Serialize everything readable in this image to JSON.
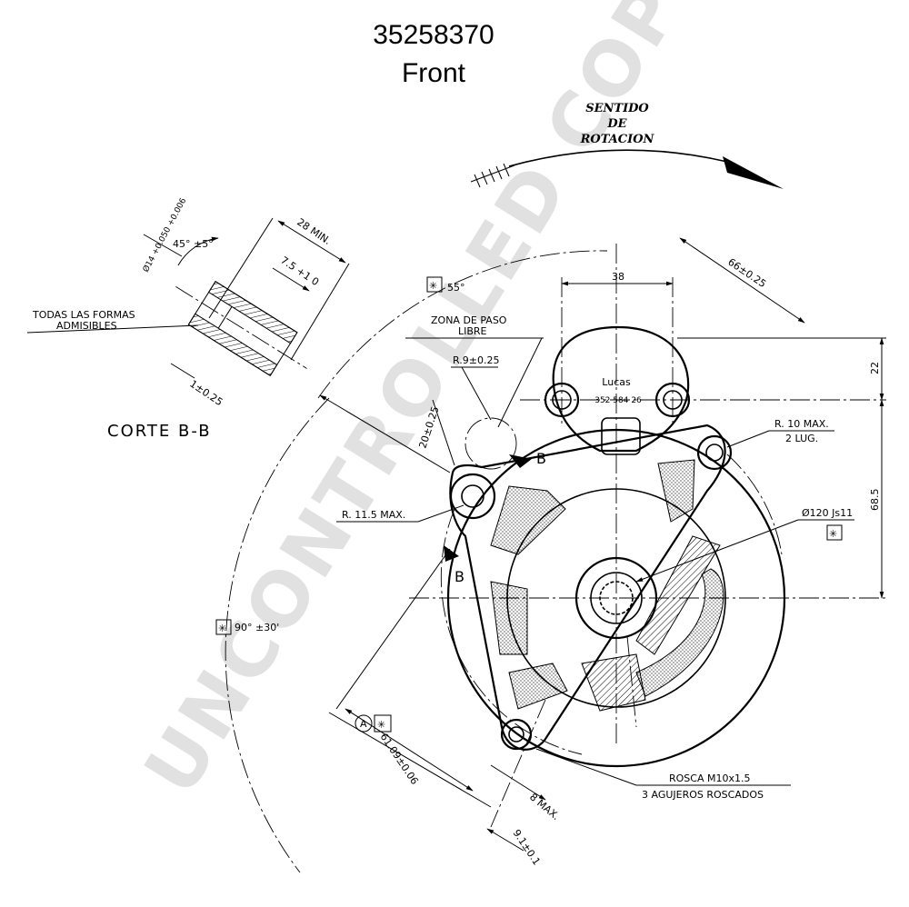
{
  "title": {
    "part_number": "35258370",
    "view": "Front"
  },
  "watermark": "UNCONTROLLED COPY",
  "rotation": {
    "line1": "SENTIDO",
    "line2": "DE",
    "line3": "ROTACION"
  },
  "section": {
    "title": "CORTE B-B",
    "angle": "45° ±5°",
    "length_min": "28 MIN.",
    "depth": "7.5 +1 0",
    "diameter": "Ø14 +0.050 +0.006",
    "chamfer": "1±0.25",
    "forms_line1": "TODAS LAS FORMAS",
    "forms_line2": "ADMISIBLES"
  },
  "labels": {
    "angle_55": "55°",
    "dim_38": "38",
    "dim_66": "66±0.25",
    "zona_line1": "ZONA DE PASO",
    "zona_line2": "LIBRE",
    "radius_09": "R.9±0.25",
    "dim_20": "20±0.25",
    "brand": "Lucas",
    "product_code": "352 584 26",
    "dim_22": "22",
    "r10_line1": "R. 10 MAX.",
    "r10_line2": "2 LUG.",
    "dim_68": "68.5",
    "bore": "Ø120 Js11",
    "r115": "R. 11.5 MAX.",
    "section_mark": "B",
    "angle_90": "90° ±30'",
    "datum": "A",
    "dim_61": "61.09±0.06",
    "thread_line1": "ROSCA  M10x1.5",
    "thread_line2": "3 AGUJEROS ROSCADOS",
    "dim_8": "8 MAX.",
    "dim_9": "9.1±0.1"
  },
  "colors": {
    "line": "#000000",
    "watermark": "#c9c9c9",
    "background": "#ffffff"
  }
}
